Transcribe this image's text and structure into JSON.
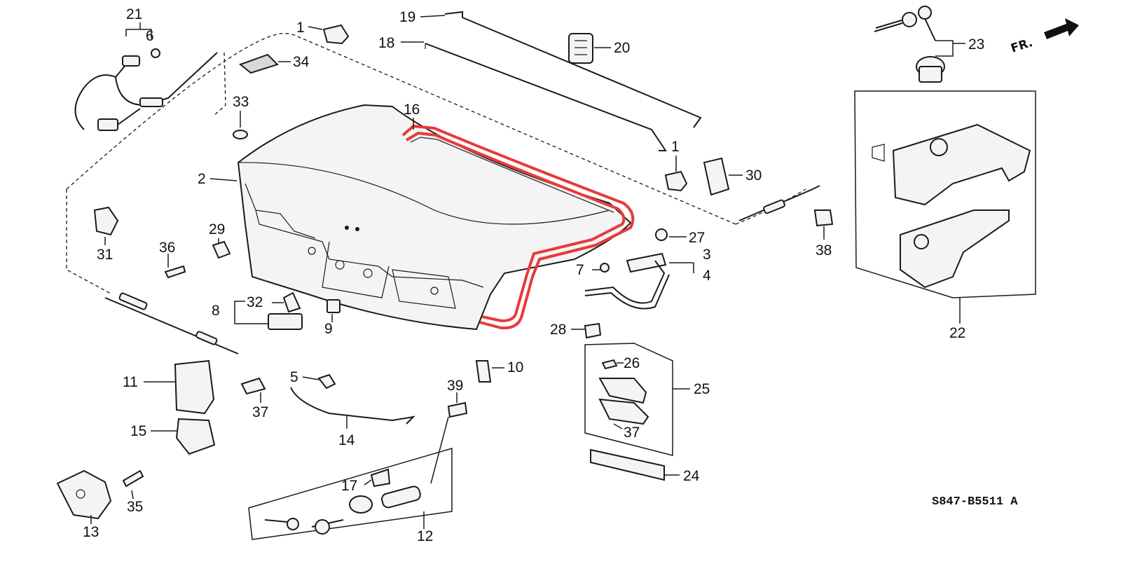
{
  "diagram_code": "S847-B5511 A",
  "front_arrow_label": "FR.",
  "colors": {
    "highlight": "#e83a3a",
    "ink": "#1a1a1a"
  },
  "highlighted_part": "16",
  "callouts": {
    "n1": "1",
    "n1b": "1",
    "n2": "2",
    "n3": "3",
    "n4": "4",
    "n5": "5",
    "n6": "6",
    "n7": "7",
    "n8": "8",
    "n9": "9",
    "n10": "10",
    "n11": "11",
    "n12": "12",
    "n13": "13",
    "n14": "14",
    "n15": "15",
    "n16": "16",
    "n17": "17",
    "n18": "18",
    "n19": "19",
    "n20": "20",
    "n21": "21",
    "n22": "22",
    "n23": "23",
    "n24": "24",
    "n25": "25",
    "n26": "26",
    "n27": "27",
    "n28": "28",
    "n29": "29",
    "n30": "30",
    "n31": "31",
    "n32": "32",
    "n33": "33",
    "n34": "34",
    "n35": "35",
    "n36": "36",
    "n37": "37",
    "n37b": "37",
    "n38": "38",
    "n39": "39"
  }
}
